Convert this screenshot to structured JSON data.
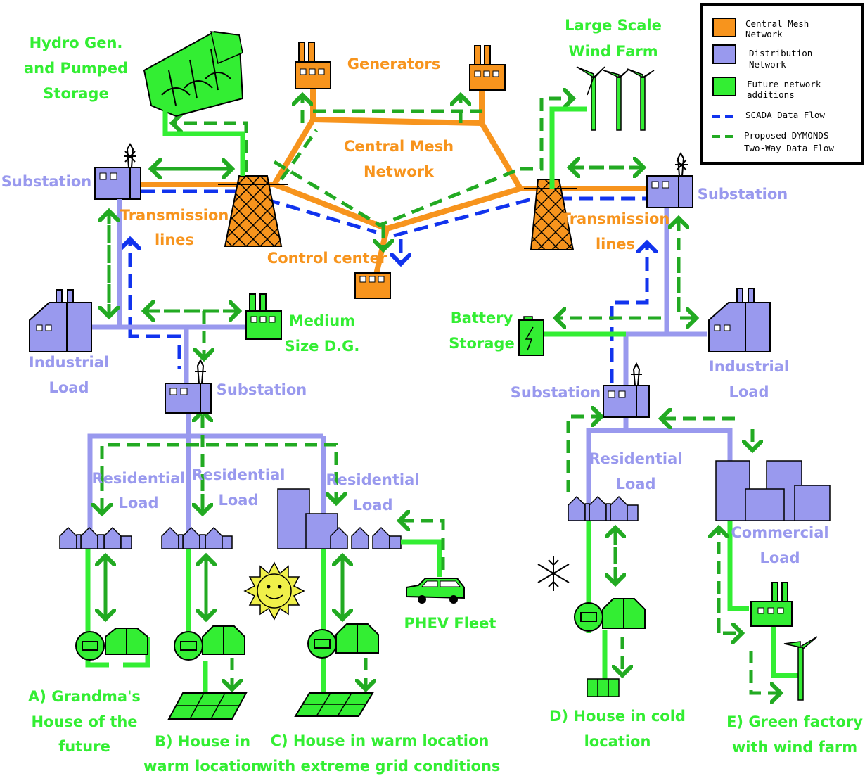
{
  "colors": {
    "central_mesh": "#f7941d",
    "distribution": "#9999ee",
    "future": "#33ee33",
    "scada": "#1133ee",
    "dymonds": "#22aa22"
  },
  "legend": {
    "central_mesh": "Central Mesh Network",
    "central_mesh_line1": "Central Mesh",
    "central_mesh_line2": "Network",
    "distribution_line1": "Distribution",
    "distribution_line2": "Network",
    "future_line1": "Future network",
    "future_line2": "additions",
    "scada": "SCADA Data Flow",
    "dymonds_line1": "Proposed DYMONDS",
    "dymonds_line2": "Two-Way Data Flow"
  },
  "labels": {
    "hydro_line1": "Hydro Gen.",
    "hydro_line2": "and Pumped",
    "hydro_line3": "Storage",
    "generators": "Generators",
    "wind_line1": "Large Scale",
    "wind_line2": "Wind Farm",
    "central_line1": "Central Mesh",
    "central_line2": "Network",
    "substation_left": "Substation",
    "substation_right": "Substation",
    "substation_mid_left": "Substation",
    "substation_mid_right": "Substation",
    "transmission_left_line1": "Transmission",
    "transmission_left_line2": "lines",
    "transmission_right_line1": "Transmission",
    "transmission_right_line2": "lines",
    "control_center": "Control center",
    "industrial_left_line1": "Industrial",
    "industrial_left_line2": "Load",
    "industrial_right_line1": "Industrial",
    "industrial_right_line2": "Load",
    "medium_dg_line1": "Medium",
    "medium_dg_line2": "Size D.G.",
    "battery_line1": "Battery",
    "battery_line2": "Storage",
    "res1_line1": "Residential",
    "res1_line2": "Load",
    "res2_line1": "Residential",
    "res2_line2": "Load",
    "res3_line1": "Residential",
    "res3_line2": "Load",
    "res4_line1": "Residential",
    "res4_line2": "Load",
    "commercial_line1": "Commercial",
    "commercial_line2": "Load",
    "phev": "PHEV Fleet",
    "a_line1": "A) Grandma's",
    "a_line2": "House of the",
    "a_line3": "future",
    "b_line1": "B) House in",
    "b_line2": "warm location",
    "c_line1": "C) House in warm location",
    "c_line2": "with extreme grid conditions",
    "d_line1": "D) House in cold",
    "d_line2": "location",
    "e_line1": "E) Green factory",
    "e_line2": "with wind farm"
  }
}
